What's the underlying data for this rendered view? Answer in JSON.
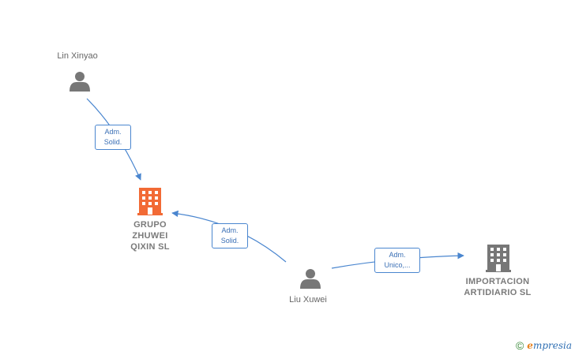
{
  "persons": [
    {
      "id": "lin",
      "name": "Lin Xinyao"
    },
    {
      "id": "liu",
      "name": "Liu Xuwei"
    }
  ],
  "companies": [
    {
      "id": "grupo",
      "name": "GRUPO\nZHUWEI\nQIXIN  SL",
      "color": "#f26a35"
    },
    {
      "id": "importacion",
      "name": "IMPORTACION\nARTIDIARIO  SL",
      "color": "#777777"
    }
  ],
  "edges": [
    {
      "from": "lin",
      "to": "grupo",
      "label": "Adm.\nSolid."
    },
    {
      "from": "liu",
      "to": "grupo",
      "label": "Adm.\nSolid."
    },
    {
      "from": "liu",
      "to": "importacion",
      "label": "Adm.\nUnico,..."
    }
  ],
  "brand": {
    "copyright": "©",
    "initial": "e",
    "rest": "mpresia"
  },
  "colors": {
    "edge": "#4a86cf",
    "person": "#777777"
  }
}
